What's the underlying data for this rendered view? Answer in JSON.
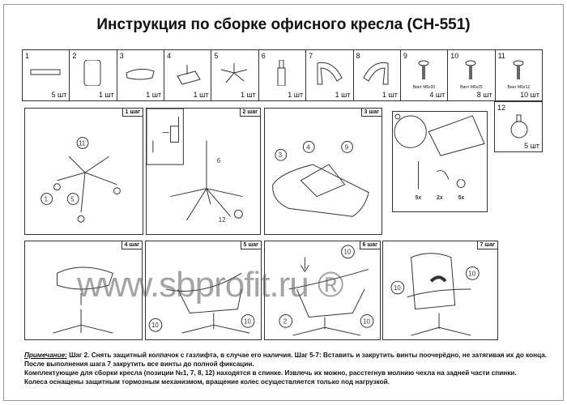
{
  "title": "Инструкция по сборке офисного кресла (CH-551)",
  "parts": [
    {
      "n": "1",
      "qty": "5 шт",
      "icon": "leg-cover"
    },
    {
      "n": "2",
      "qty": "1 шт",
      "icon": "backrest"
    },
    {
      "n": "3",
      "qty": "1 шт",
      "icon": "seat"
    },
    {
      "n": "4",
      "qty": "1 шт",
      "icon": "mechanism"
    },
    {
      "n": "5",
      "qty": "1 шт",
      "icon": "base"
    },
    {
      "n": "6",
      "qty": "1 шт",
      "icon": "gas-lift"
    },
    {
      "n": "7",
      "qty": "1 шт",
      "icon": "armrest-left"
    },
    {
      "n": "8",
      "qty": "1 шт",
      "icon": "armrest-right"
    },
    {
      "n": "9",
      "qty": "4 шт",
      "label": "Винт M6x20",
      "icon": "screw"
    },
    {
      "n": "10",
      "qty": "8 шт",
      "label": "Винт M6x25",
      "icon": "screw"
    },
    {
      "n": "11",
      "qty": "10 шт",
      "label": "Винт M6x12",
      "icon": "screw"
    }
  ],
  "part12": {
    "n": "12",
    "qty": "5 шт",
    "icon": "caster"
  },
  "steps": {
    "s1": {
      "label": "1 шаг",
      "callouts": [
        "11",
        "1",
        "5"
      ]
    },
    "s2": {
      "label": "2 шаг",
      "callouts": [
        "6",
        "12"
      ]
    },
    "s3": {
      "label": "3 шаг",
      "callouts": [
        "3",
        "4",
        "9"
      ]
    },
    "inset": {
      "counts": [
        "5x",
        "2x",
        "5x"
      ]
    },
    "s4": {
      "label": "4 шаг"
    },
    "s5": {
      "label": "5 шаг",
      "callouts": [
        "10",
        "10"
      ]
    },
    "s6": {
      "label": "6 шаг",
      "callouts": [
        "2",
        "10",
        "10"
      ]
    },
    "s7": {
      "label": "7 шаг",
      "callouts": [
        "10",
        "10"
      ]
    }
  },
  "watermark": "www.sbprofit.ru ®",
  "note": {
    "heading": "Примечание:",
    "line1": " Шаг 2. Снять защитный колпачок с газлифта, в случае его наличия. Шаг 5-7: Вставить и закрутить винты поочерёдно, не затягивая их до конца.",
    "line2": "После выполнения шага 7 закрутить все винты до полной фиксации.",
    "line3": "Комплектующие для сборки кресла (позиции №1, 7, 8, 12) находятся в спинке. Извлечь их можно, расстегнув молнию чехла на задней части спинки.",
    "line4": "Колеса оснащены защитным тормозным механизмом, вращение колес осуществляется только под нагрузкой."
  }
}
